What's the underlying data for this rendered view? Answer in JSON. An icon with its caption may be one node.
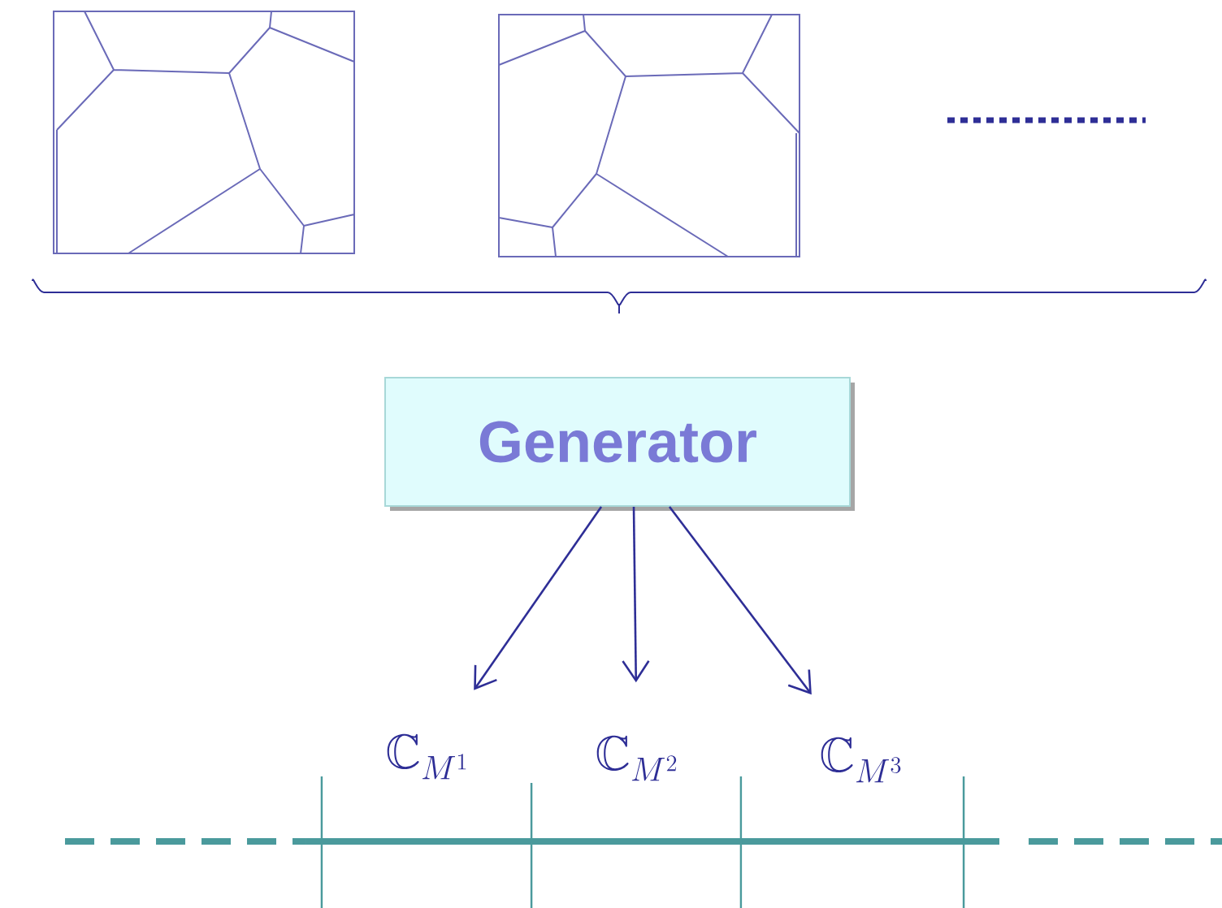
{
  "diagram": {
    "nodes": [
      {
        "text": [
          "Generator"
        ]
      },
      {
        "text": [
          "\\mathbb{C}_{M^1}"
        ]
      },
      {
        "text": [
          "\\mathbb{C}_{M^2}"
        ]
      },
      {
        "text": [
          "\\mathbb{C}_{M^3}"
        ]
      }
    ],
    "edges": [
      {
        "from": 0,
        "to": 1,
        "arrow": "to"
      },
      {
        "from": 0,
        "to": 2,
        "arrow": "to"
      },
      {
        "from": 0,
        "to": 3,
        "arrow": "to"
      }
    ]
  }
}
